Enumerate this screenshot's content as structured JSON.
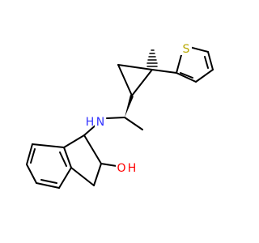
{
  "molecule": {
    "atom_labels": {
      "nitrogen": {
        "symbol": "N",
        "hydrogen": "H",
        "color": "#3333ff"
      },
      "oxygen": {
        "symbol": "O",
        "hydrogen": "H",
        "color": "#ff0000"
      },
      "sulfur": {
        "symbol": "S",
        "color": "#b8a800"
      }
    }
  }
}
